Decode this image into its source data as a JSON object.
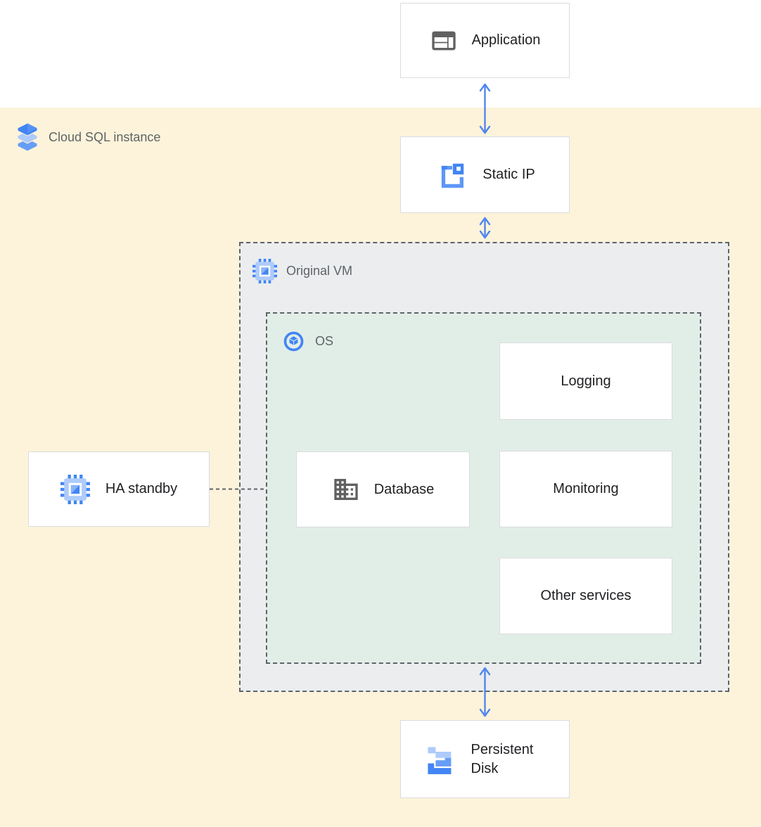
{
  "diagram": {
    "region_label": "Cloud SQL instance",
    "nodes": {
      "application": "Application",
      "static_ip": "Static IP",
      "original_vm": "Original VM",
      "os": "OS",
      "ha_standby": "HA standby",
      "database": "Database",
      "logging": "Logging",
      "monitoring": "Monitoring",
      "other_services": "Other services",
      "persistent_disk": "Persistent Disk"
    },
    "edges": [
      {
        "from": "application",
        "to": "static_ip",
        "style": "double-arrow"
      },
      {
        "from": "static_ip",
        "to": "original_vm",
        "style": "double-arrow"
      },
      {
        "from": "os",
        "to": "persistent_disk",
        "style": "double-arrow"
      },
      {
        "from": "ha_standby",
        "to": "os",
        "style": "dashed-line"
      }
    ],
    "icons": {
      "application": "app-window-icon",
      "cloud_sql": "layered-stack-icon",
      "static_ip": "static-ip-square-icon",
      "original_vm": "compute-chip-icon",
      "os": "os-cube-circle-icon",
      "ha_standby": "compute-chip-icon",
      "database": "building-grid-icon",
      "persistent_disk": "stacked-zigzag-disk-icon"
    },
    "colors": {
      "region_bg": "#fcf3da",
      "vm_bg": "#ebedef",
      "os_bg": "#e1eee7",
      "node_border": "#dadce0",
      "dashed_border": "#5f6368",
      "arrow_blue": "#5186ec",
      "node_text": "#202124",
      "label_text": "#5f6368",
      "icon_gray": "#616161",
      "blue_primary": "#4285f4",
      "blue_mid": "#669df6",
      "blue_light": "#aecbfa"
    }
  }
}
